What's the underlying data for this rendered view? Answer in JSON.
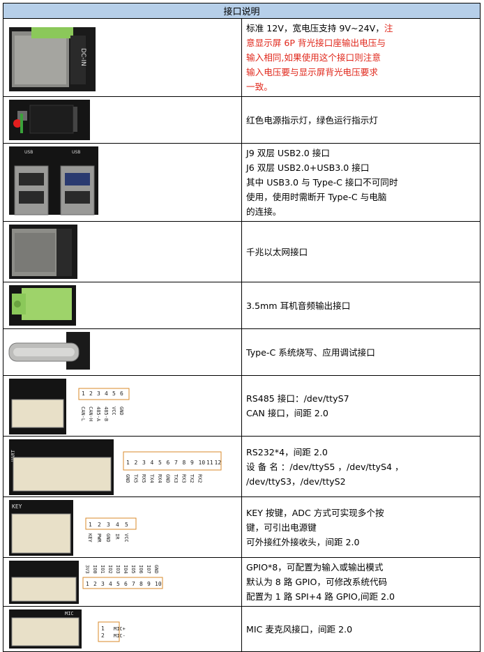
{
  "header": {
    "title": "接口说明"
  },
  "rows": [
    {
      "id": "power",
      "lines": [
        {
          "parts": [
            {
              "t": "标准 12V，宽电压支持 9V~24V，",
              "red": false
            },
            {
              "t": "注",
              "red": true
            }
          ]
        },
        {
          "parts": [
            {
              "t": "意显示屏 6P 背光接口座输出电压与",
              "red": true
            }
          ]
        },
        {
          "parts": [
            {
              "t": "输入相同,如果使用这个接口则注意",
              "red": true
            }
          ]
        },
        {
          "parts": [
            {
              "t": "输入电压要与显示屏背光电压要求",
              "red": true
            }
          ]
        },
        {
          "parts": [
            {
              "t": "一致。",
              "red": true
            }
          ]
        }
      ],
      "silk": "DC-IN"
    },
    {
      "id": "leds",
      "lines": [
        {
          "parts": [
            {
              "t": "红色电源指示灯，绿色运行指示灯",
              "red": false
            }
          ]
        }
      ]
    },
    {
      "id": "usb",
      "lines": [
        {
          "parts": [
            {
              "t": "J9 双层 USB2.0 接口",
              "red": false
            }
          ]
        },
        {
          "parts": [
            {
              "t": "J6 双层 USB2.0+USB3.0 接口",
              "red": false
            }
          ]
        },
        {
          "parts": [
            {
              "t": "其中 USB3.0 与 Type-C 接口不可同时",
              "red": false
            }
          ]
        },
        {
          "parts": [
            {
              "t": "使用，使用时需断开 Type-C 与电脑",
              "red": false
            }
          ]
        },
        {
          "parts": [
            {
              "t": "的连接。",
              "red": false
            }
          ]
        }
      ],
      "silk": "USB"
    },
    {
      "id": "ethernet",
      "lines": [
        {
          "parts": [
            {
              "t": "千兆以太网接口",
              "red": false
            }
          ]
        }
      ]
    },
    {
      "id": "audio",
      "lines": [
        {
          "parts": [
            {
              "t": "3.5mm 耳机音频输出接口",
              "red": false
            }
          ]
        }
      ]
    },
    {
      "id": "typec",
      "lines": [
        {
          "parts": [
            {
              "t": "Type-C 系统烧写、应用调试接口",
              "red": false
            }
          ]
        }
      ]
    },
    {
      "id": "rs485",
      "lines": [
        {
          "parts": [
            {
              "t": "RS485 接口：/dev/ttyS7",
              "red": false
            }
          ]
        },
        {
          "parts": [
            {
              "t": "CAN 接口，间距 2.0",
              "red": false
            }
          ]
        }
      ],
      "pin_numbers": [
        "1",
        "2",
        "3",
        "4",
        "5",
        "6"
      ],
      "pin_names": [
        "CAN-L",
        "CAN-H",
        "485-A",
        "485-B",
        "VCC",
        "GND"
      ]
    },
    {
      "id": "rs232",
      "lines": [
        {
          "parts": [
            {
              "t": "RS232*4，间距 2.0",
              "red": false
            }
          ]
        },
        {
          "parts": [
            {
              "t": "设 备 名 ：/dev/ttyS5 ，/dev/ttyS4 ，",
              "red": false
            }
          ]
        },
        {
          "parts": [
            {
              "t": "/dev/ttyS3，/dev/ttyS2",
              "red": false
            }
          ]
        }
      ],
      "pin_numbers": [
        "1",
        "2",
        "3",
        "4",
        "5",
        "6",
        "7",
        "8",
        "9",
        "10",
        "11",
        "12"
      ],
      "pin_names": [
        "GND",
        "TX5",
        "RX5",
        "TX4",
        "RX4",
        "GND",
        "TX3",
        "RX3",
        "TX2",
        "RX2"
      ],
      "silk": "UART"
    },
    {
      "id": "key",
      "lines": [
        {
          "parts": [
            {
              "t": "KEY 按键，ADC 方式可实现多个按",
              "red": false
            }
          ]
        },
        {
          "parts": [
            {
              "t": "键，可引出电源键",
              "red": false
            }
          ]
        },
        {
          "parts": [
            {
              "t": "可外接红外接收头，间距 2.0",
              "red": false
            }
          ]
        }
      ],
      "pin_numbers": [
        "1",
        "2",
        "3",
        "4",
        "5"
      ],
      "pin_names": [
        "KEY",
        "PWR",
        "GND",
        "IR",
        "VCC"
      ],
      "silk": "KEY"
    },
    {
      "id": "gpio",
      "lines": [
        {
          "parts": [
            {
              "t": "GPIO*8，可配置为输入或输出模式",
              "red": false
            }
          ]
        },
        {
          "parts": [
            {
              "t": "默认为 8 路 GPIO，可修改系统代码",
              "red": false
            }
          ]
        },
        {
          "parts": [
            {
              "t": "配置为 1 路 SPI+4 路 GPIO,间距 2.0",
              "red": false
            }
          ]
        }
      ],
      "pin_numbers": [
        "1",
        "2",
        "3",
        "4",
        "5",
        "6",
        "7",
        "8",
        "9",
        "10"
      ],
      "pin_names": [
        "3V3",
        "IO0",
        "IO1",
        "IO2",
        "IO3",
        "IO4",
        "IO5",
        "IO6",
        "IO7",
        "GND"
      ]
    },
    {
      "id": "mic",
      "lines": [
        {
          "parts": [
            {
              "t": "MIC 麦克风接口，间距 2.0",
              "red": false
            }
          ]
        }
      ],
      "pin_numbers": [
        "1",
        "2"
      ],
      "pin_names": [
        "MIC+",
        "MIC-"
      ],
      "silk": "MIC"
    }
  ],
  "colors": {
    "header_bg": "#b6cfe9",
    "warning_red": "#e0281c",
    "connector_green": "#9ed36a",
    "pcb_black": "#141414",
    "connector_beige": "#e8e0c8",
    "schematic_orange": "#d98a2a"
  }
}
